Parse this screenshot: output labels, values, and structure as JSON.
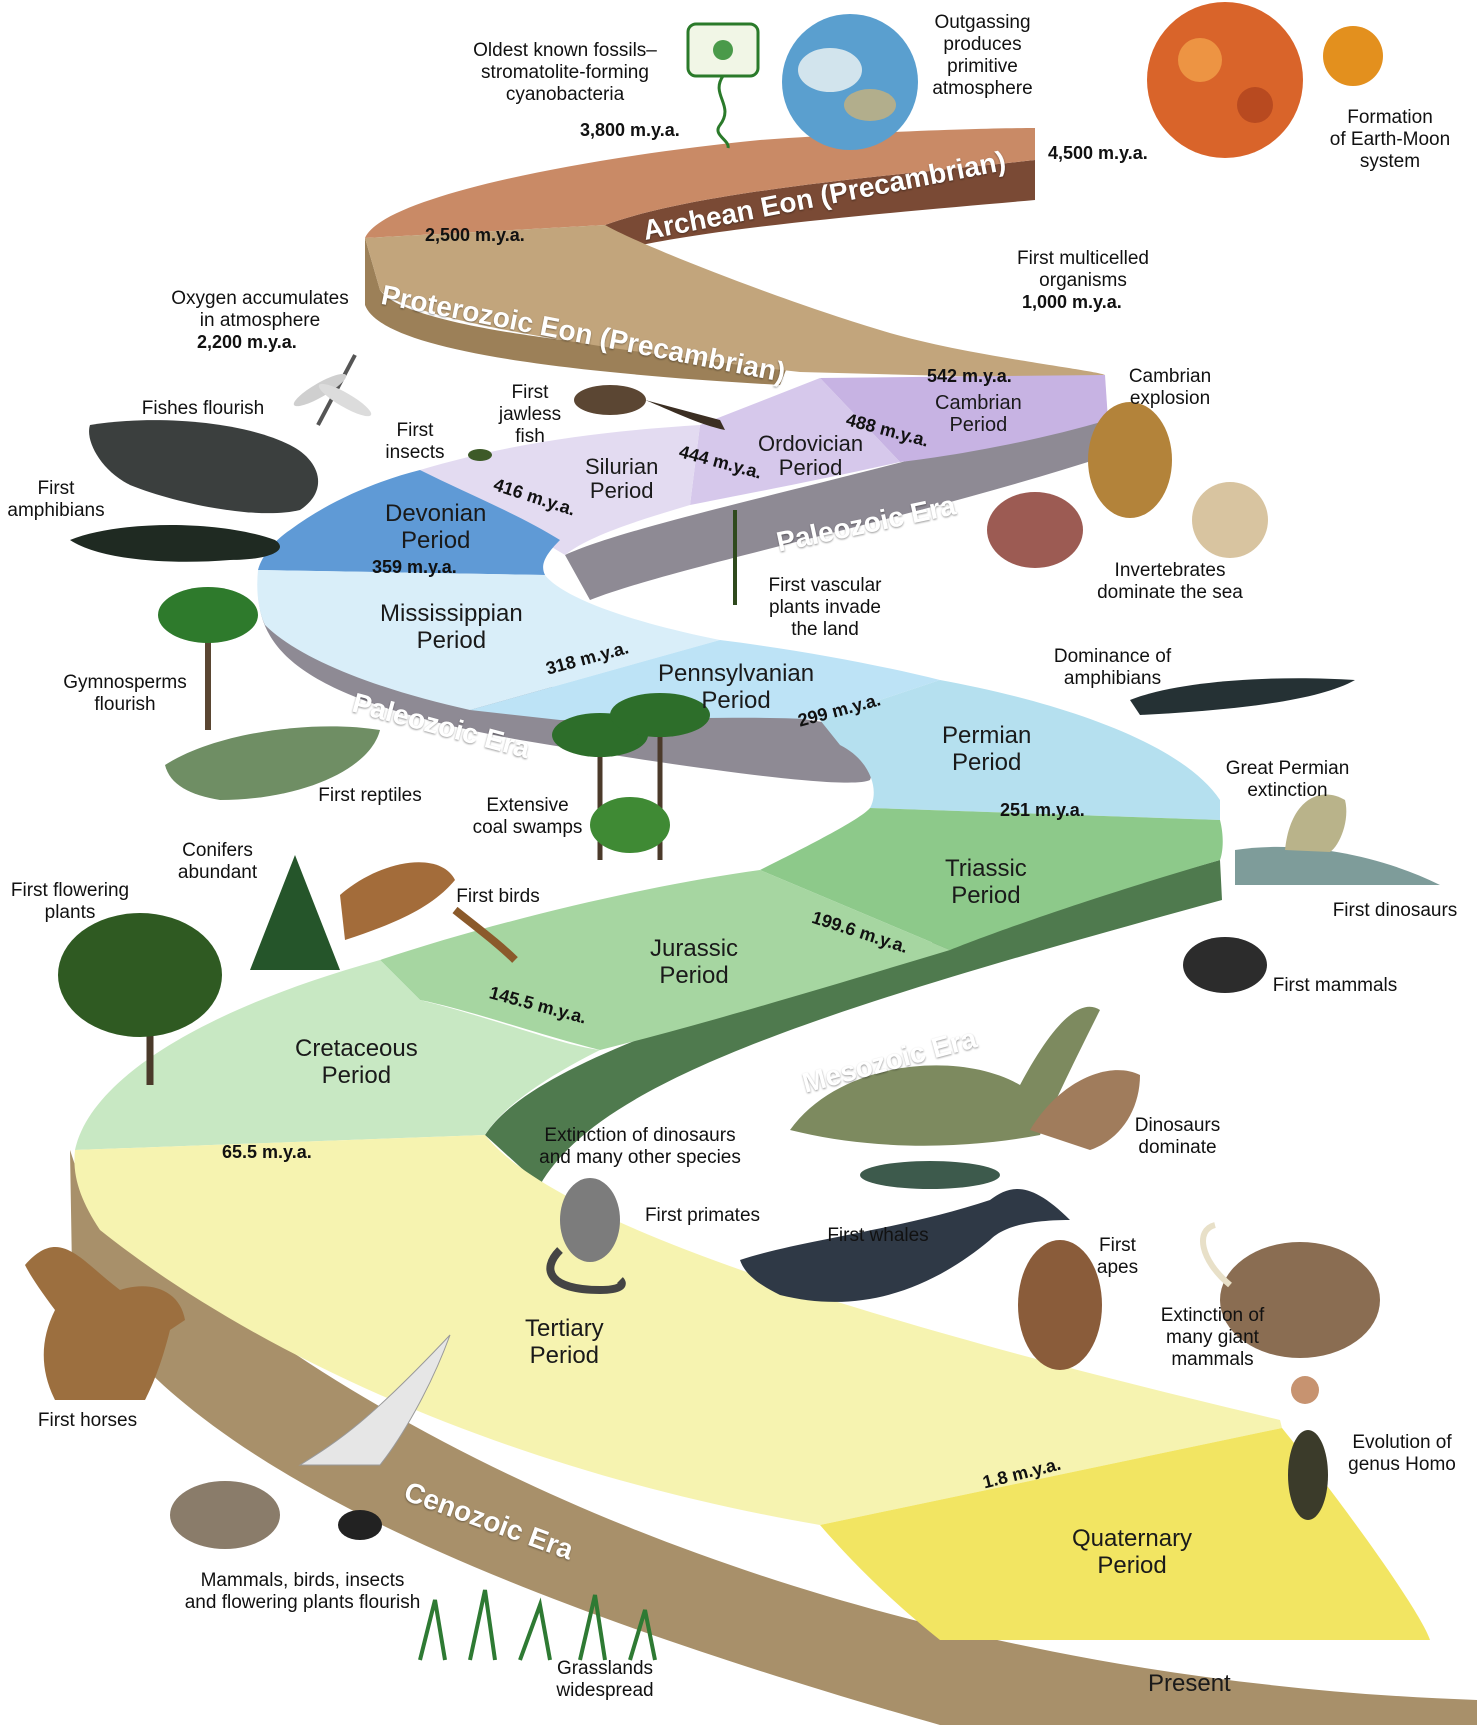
{
  "colors": {
    "archean": "#c98a66",
    "proterozoic": "#b79b72",
    "cambrian": "#c7b3e3",
    "ordovician": "#d6c8eb",
    "silurian": "#e3dbf1",
    "devonian": "#5f9ad6",
    "mississippian": "#d9eef9",
    "pennsylvanian": "#bde3f6",
    "permian": "#b5e0ef",
    "triassic": "#8dc98a",
    "jurassic": "#a6d6a1",
    "cretaceous": "#c8e8c3",
    "tertiary": "#f6f3b0",
    "quaternary": "#f2e562",
    "band_side_paleozoic": "#8e8a94",
    "band_side_mesozoic": "#4f7a4e",
    "band_side_cenozoic": "#a8906a"
  },
  "eons": {
    "archean": "Archean Eon (Precambrian)",
    "proterozoic": "Proterozoic Eon (Precambrian)",
    "paleozoic_1": "Paleozoic Era",
    "paleozoic_2": "Paleozoic Era",
    "mesozoic": "Mesozoic Era",
    "cenozoic": "Cenozoic Era"
  },
  "periods": {
    "cambrian": "Cambrian\nPeriod",
    "ordovician": "Ordovician\nPeriod",
    "silurian": "Silurian\nPeriod",
    "devonian": "Devonian\nPeriod",
    "mississippian": "Mississippian\nPeriod",
    "pennsylvanian": "Pennsylvanian\nPeriod",
    "permian": "Permian\nPeriod",
    "triassic": "Triassic\nPeriod",
    "jurassic": "Jurassic\nPeriod",
    "cretaceous": "Cretaceous\nPeriod",
    "tertiary": "Tertiary\nPeriod",
    "quaternary": "Quaternary\nPeriod",
    "present": "Present"
  },
  "dates": {
    "d4500": "4,500 m.y.a.",
    "d3800": "3,800 m.y.a.",
    "d2500": "2,500 m.y.a.",
    "d2200": "2,200 m.y.a.",
    "d1000": "1,000 m.y.a.",
    "d542": "542 m.y.a.",
    "d488": "488 m.y.a.",
    "d444": "444 m.y.a.",
    "d416": "416 m.y.a.",
    "d359": "359 m.y.a.",
    "d318": "318 m.y.a.",
    "d299": "299 m.y.a.",
    "d251": "251 m.y.a.",
    "d1996": "199.6 m.y.a.",
    "d1455": "145.5 m.y.a.",
    "d655": "65.5 m.y.a.",
    "d18": "1.8 m.y.a."
  },
  "events": {
    "oldest_fossils": "Oldest known fossils–\nstromatolite-forming\ncyanobacteria",
    "outgassing": "Outgassing\nproduces\nprimitive\natmosphere",
    "earth_moon": "Formation\nof Earth-Moon\nsystem",
    "multicelled": "First multicelled\norganisms",
    "oxygen": "Oxygen accumulates\nin atmosphere",
    "fishes": "Fishes flourish",
    "insects": "First\ninsects",
    "jawless": "First\njawless\nfish",
    "cambrian_explosion": "Cambrian\nexplosion",
    "amphibians_first": "First\namphibians",
    "invertebrates": "Invertebrates\ndominate the sea",
    "vascular": "First vascular\nplants invade\nthe land",
    "gymnosperms": "Gymnosperms\nflourish",
    "amphibian_dominance": "Dominance of\namphibians",
    "reptiles": "First reptiles",
    "coal": "Extensive\ncoal swamps",
    "permian_extinction": "Great Permian\nextinction",
    "conifers": "Conifers\nabundant",
    "flowering": "First flowering\nplants",
    "birds": "First birds",
    "dinosaurs_first": "First dinosaurs",
    "mammals_first": "First mammals",
    "dinosaurs_dominate": "Dinosaurs\ndominate",
    "dino_extinction": "Extinction of dinosaurs\nand many other species",
    "primates": "First primates",
    "whales": "First whales",
    "apes": "First\napes",
    "giant_mammals": "Extinction of\nmany giant\nmammals",
    "horses": "First horses",
    "homo": "Evolution of\ngenus Homo",
    "flourish": "Mammals, birds, insects\nand flowering plants flourish",
    "grasslands": "Grasslands\nwidespread"
  }
}
